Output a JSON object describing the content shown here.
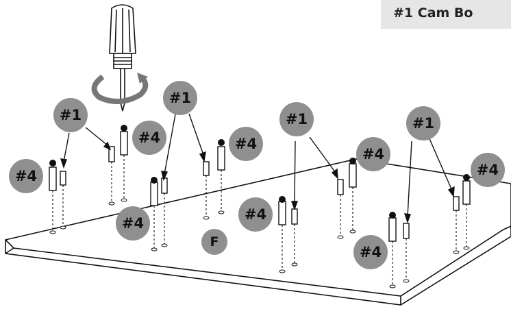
{
  "header": {
    "step_title": "#1 Cam Bo"
  },
  "labels": {
    "dowel": "#1",
    "cam_bolt": "#4",
    "panel": "F"
  },
  "colors": {
    "badge": "#8f8f8f",
    "line": "#111111",
    "tab": "#e6e6e6"
  },
  "icons": [
    "screwdriver-icon",
    "rotation-arrow-icon"
  ]
}
